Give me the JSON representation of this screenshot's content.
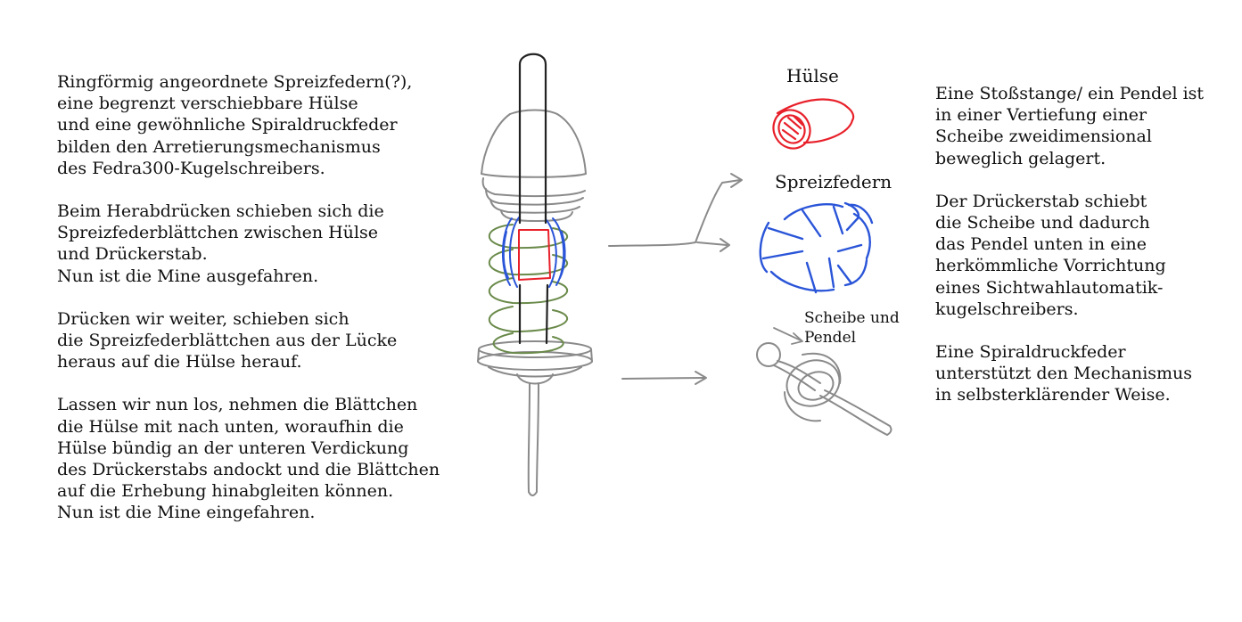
{
  "left_text": {
    "p1": [
      "Ringförmig angeordnete Spreizfedern(?),",
      "eine begrenzt verschiebbare Hülse",
      "und eine gewöhnliche Spiraldruckfeder",
      "bilden den Arretierungsmechanismus",
      "des Fedra300-Kugelschreibers."
    ],
    "p2": [
      "Beim Herabdrücken schieben sich die",
      "Spreizfederblättchen zwischen Hülse",
      "und Drückerstab.",
      "Nun ist die Mine ausgefahren."
    ],
    "p3": [
      "Drücken wir weiter, schieben sich",
      "die Spreizfederblättchen aus der Lücke",
      "heraus auf die Hülse herauf."
    ],
    "p4": [
      "Lassen wir nun los, nehmen die Blättchen",
      "die Hülse mit nach unten, woraufhin die",
      "Hülse bündig an der unteren Verdickung",
      "des Drückerstabs andockt und die Blättchen",
      "auf die Erhebung hinabgleiten können.",
      "Nun ist die Mine eingefahren."
    ]
  },
  "right_text": {
    "p1": [
      "Eine Stoßstange/ ein Pendel ist",
      "in einer Vertiefung einer",
      "Scheibe zweidimensional",
      "beweglich gelagert."
    ],
    "p2": [
      "Der Drückerstab schiebt",
      "die Scheibe und dadurch",
      "das Pendel unten in eine",
      "herkömmliche Vorrichtung",
      "eines Sichtwahlautomatik-",
      "kugelschreibers."
    ],
    "p3": [
      "Eine Spiraldruckfeder",
      "unterstützt den Mechanismus",
      "in selbsterklärender Weise."
    ]
  },
  "labels": {
    "huelse": "Hülse",
    "spreizfedern": "Spreizfedern",
    "scheibe_line1": "Scheibe und",
    "scheibe_line2": "Pendel"
  },
  "colors": {
    "sleeve": "#e8202a",
    "spreading_springs": "#2a55d8",
    "spiral_spring": "#6a8a4a",
    "pencil_sketch": "#8a8a8a",
    "outline": "#222222"
  }
}
